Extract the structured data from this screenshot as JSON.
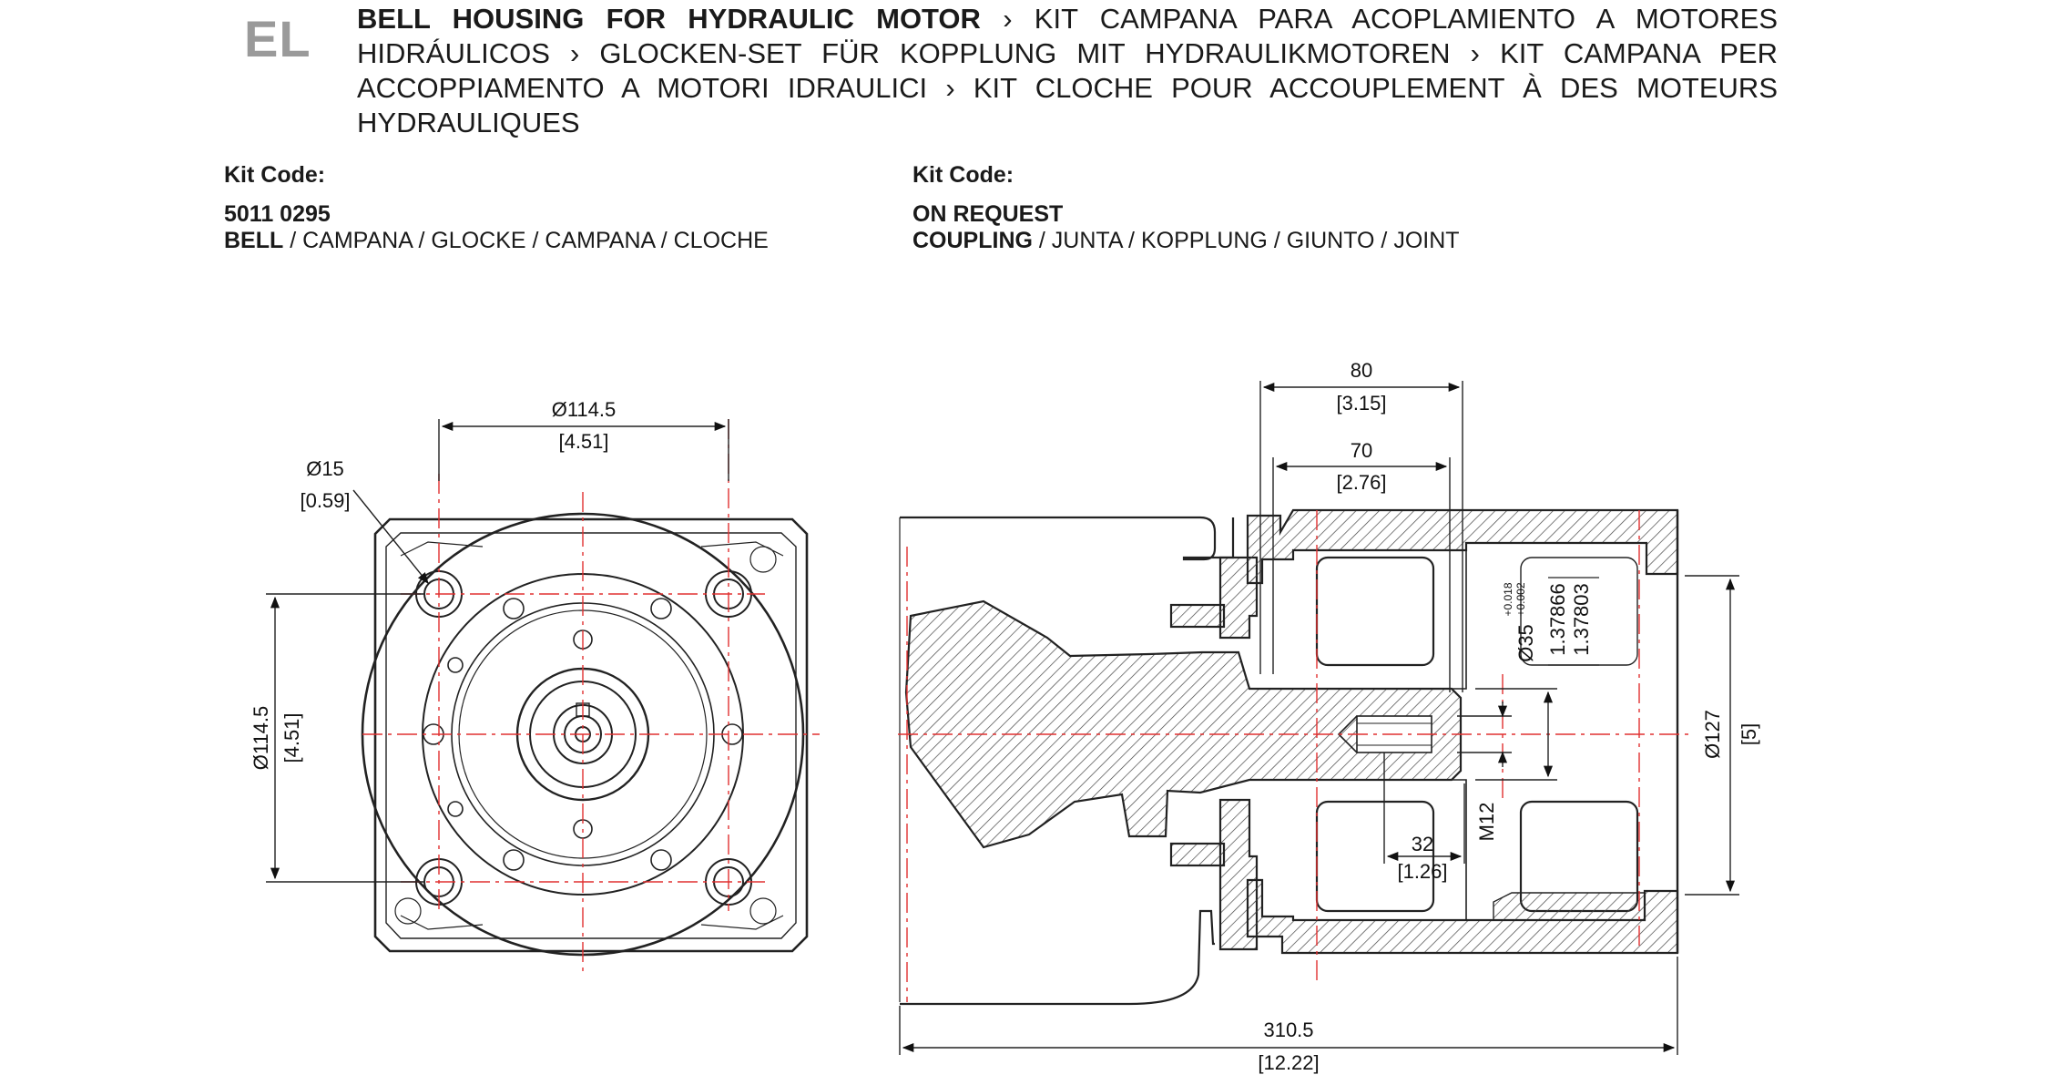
{
  "header": {
    "lang_code": "EL",
    "title_bold": "BELL HOUSING FOR HYDRAULIC MOTOR",
    "title_rest": " › KIT CAMPANA PARA ACOPLAMIENTO A MOTORES HIDRÁULICOS › GLOCKEN-SET FÜR KOPPLUNG MIT HYDRAULIKMOTOREN › KIT CAMPANA PER ACCOPPIAMENTO A MOTORI IDRAULICI › KIT CLOCHE POUR ACCOUPLEMENT À DES MOTEURS HYDRAULIQUES"
  },
  "kit_left": {
    "label": "Kit Code:",
    "code": "5011 0295",
    "item_bold": "BELL",
    "item_rest": " / CAMPANA / GLOCKE / CAMPANA / CLOCHE"
  },
  "kit_right": {
    "label": "Kit Code:",
    "code": "ON REQUEST",
    "item_bold": "COUPLING",
    "item_rest": " / JUNTA / KOPPLUNG / GIUNTO / JOINT"
  },
  "front_view": {
    "dim_top_mm": "Ø114.5",
    "dim_top_in": "[4.51]",
    "dim_hole_mm": "Ø15",
    "dim_hole_in": "[0.59]",
    "dim_left_mm": "Ø114.5",
    "dim_left_in": "[4.51]"
  },
  "side_view": {
    "dim_80_mm": "80",
    "dim_80_in": "[3.15]",
    "dim_70_mm": "70",
    "dim_70_in": "[2.76]",
    "dim_bore": "Ø35",
    "tol_upper": "+0.018",
    "tol_lower": "+0.002",
    "bore_in_1": "1.37866",
    "bore_in_2": "1.37803",
    "dim_thread": "M12",
    "dim_32_mm": "32",
    "dim_32_in": "[1.26]",
    "dim_127_mm": "Ø127",
    "dim_127_in": "[5]",
    "dim_total_mm": "310.5",
    "dim_total_in": "[12.22]"
  },
  "colors": {
    "line": "#222222",
    "centerline": "#e03030",
    "lang_code": "#9a9a9a"
  }
}
